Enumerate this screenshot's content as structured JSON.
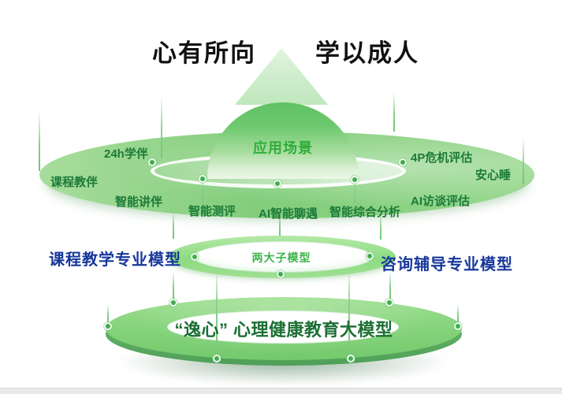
{
  "page": {
    "title_left": "心有所向",
    "title_right": "学以成人"
  },
  "layers": {
    "application": {
      "center_label": "应用场景",
      "items": [
        "24h学伴",
        "课程教伴",
        "智能讲伴",
        "智能测评",
        "AI智能聊遇",
        "智能综合分析",
        "AI访谈评估",
        "4P危机评估",
        "安心睡"
      ]
    },
    "sub_models": {
      "center_label": "两大子模型",
      "left_label": "课程教学专业模型",
      "right_label": "咨询辅导专业模型"
    },
    "base_model": {
      "label": "“逸心” 心理健康教育大模型"
    }
  },
  "colors": {
    "brand_green": "#2fae3a",
    "dark_green_label": "#1b7a38",
    "deep_green_title": "#1c6f33",
    "blue_label": "#17389b",
    "ellipse_green": "#84cf7f",
    "light_green": "#c9ecc6"
  }
}
